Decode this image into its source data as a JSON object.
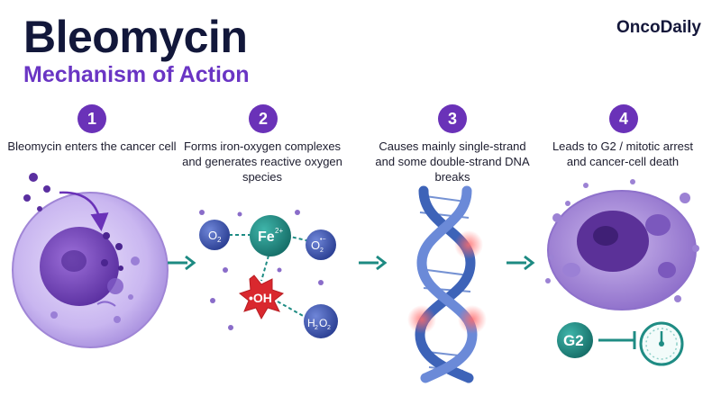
{
  "header": {
    "title": "Bleomycin",
    "subtitle": "Mechanism of Action",
    "brand": "OncoDaily"
  },
  "steps": [
    {
      "number": "1",
      "text": "Bleomycin enters the cancer cell"
    },
    {
      "number": "2",
      "text": "Forms iron-oxygen complexes and generates reactive oxygen species"
    },
    {
      "number": "3",
      "text": "Causes mainly single-strand and some double-strand DNA breaks"
    },
    {
      "number": "4",
      "text": "Leads to G2 / mitotic arrest and cancer-cell death"
    }
  ],
  "molecules": {
    "o2": "O",
    "o2_sub": "2",
    "fe": "Fe",
    "fe_sup": "2+",
    "superoxide": "O",
    "superoxide_sub": "2",
    "superoxide_sup": "•−",
    "hydroxyl": "•OH",
    "h2o2_h": "H",
    "h2o2_sub1": "2",
    "h2o2_o": "O",
    "h2o2_sub2": "2"
  },
  "arrest": {
    "label": "G2"
  },
  "colors": {
    "title": "#12173a",
    "subtitle": "#6a35c4",
    "step_badge": "#6a32b8",
    "arrow": "#1d8a82",
    "molecule_blue": "#3a4fa6",
    "fe_teal": "#1f8c84",
    "hydroxyl_red": "#d9282e",
    "dna_blue": "#3d63b8",
    "cell_purple": "#b7a2e6"
  },
  "icons": [
    "drug-particle-icon",
    "arrow-right-icon",
    "dna-helix-icon",
    "clock-gauge-icon",
    "inhibition-icon"
  ]
}
